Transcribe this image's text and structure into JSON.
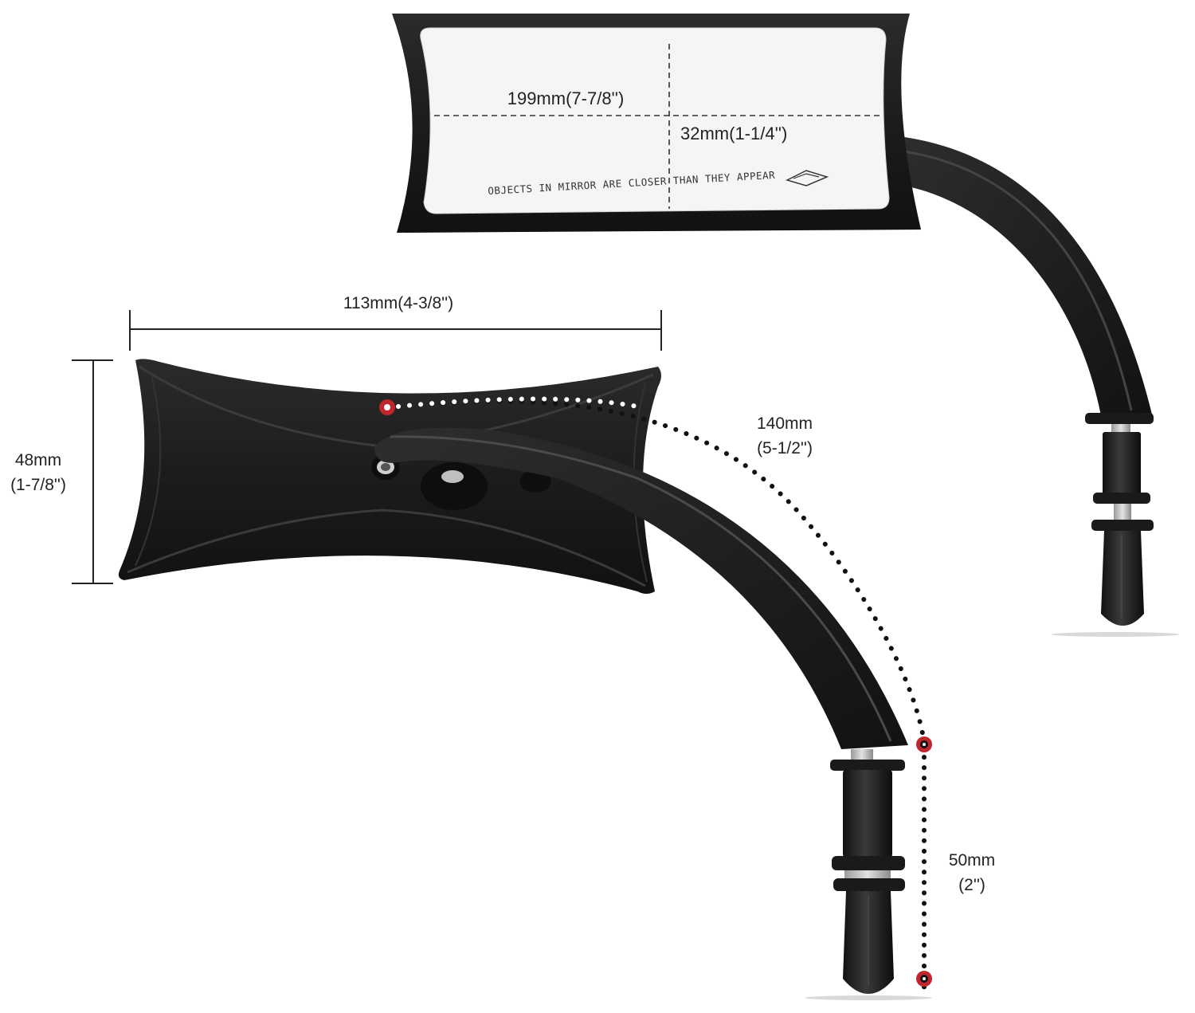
{
  "colors": {
    "background": "#ffffff",
    "mirror_body": "#1b1b1b",
    "glass": "#f4f5f6",
    "dimension_line": "#222222",
    "dot_marker": "#c0262d"
  },
  "dimensions": {
    "glass_width": "199mm(7-7/8'')",
    "glass_height": "32mm(1-1/4'')",
    "head_width": "113mm(4-3/8'')",
    "head_height_mm": "48mm",
    "head_height_in": "(1-7/8'')",
    "arm_length_mm": "140mm",
    "arm_length_in": "(5-1/2'')",
    "stem_length_mm": "50mm",
    "stem_length_in": "(2'')"
  },
  "mirror_glass": {
    "warning_text": "OBJECTS IN MIRROR ARE CLOSER THAN THEY APPEAR"
  },
  "icons": {
    "logo": "diamond-logo-icon"
  }
}
